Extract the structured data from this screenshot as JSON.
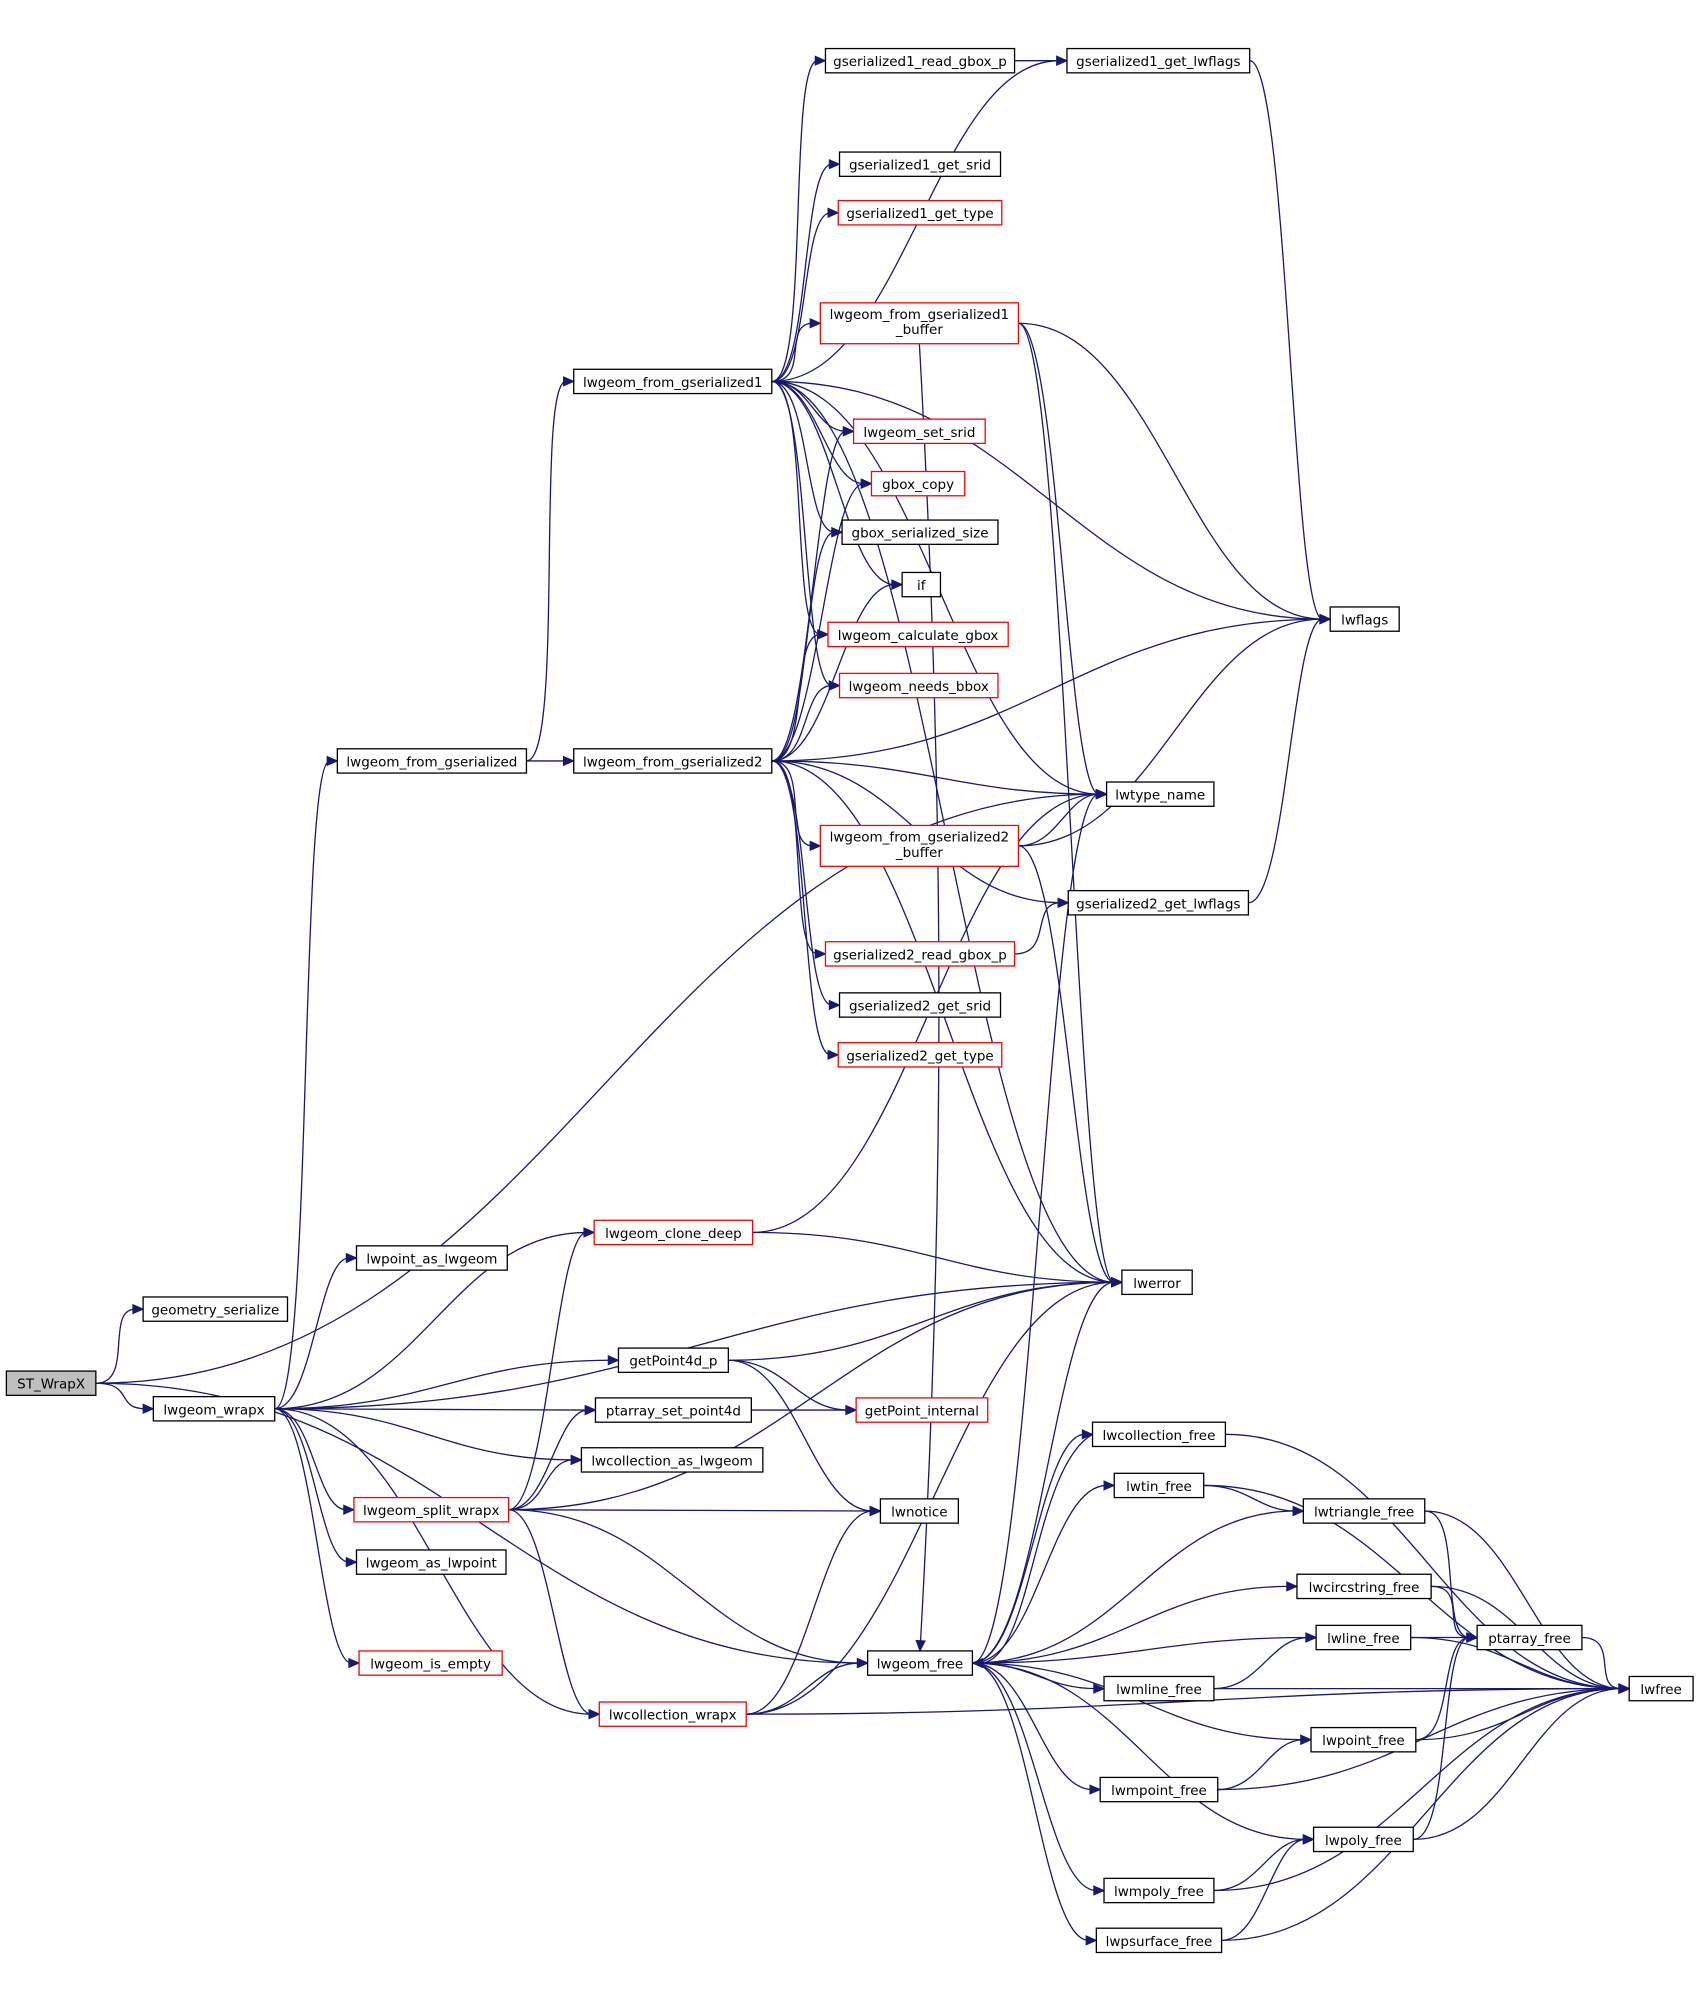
{
  "diagram": {
    "kind": "call graph",
    "colors": {
      "edge": "#191970",
      "node_border": "#000000",
      "truncated_node_border": "#ff0000",
      "root_fill": "#bfbfbf"
    },
    "nodes": [
      {
        "id": "st_wrapx",
        "label": "ST_WrapX",
        "style": "root"
      },
      {
        "id": "geometry_serialize",
        "label": "geometry_serialize",
        "style": "normal"
      },
      {
        "id": "lwgeom_wrapx",
        "label": "lwgeom_wrapx",
        "style": "normal"
      },
      {
        "id": "lwgeom_from_gserialized",
        "label": "lwgeom_from_gserialized",
        "style": "normal"
      },
      {
        "id": "lwpoint_as_lwgeom",
        "label": "lwpoint_as_lwgeom",
        "style": "normal"
      },
      {
        "id": "lwgeom_split_wrapx",
        "label": "lwgeom_split_wrapx",
        "style": "truncated"
      },
      {
        "id": "lwgeom_as_lwpoint",
        "label": "lwgeom_as_lwpoint",
        "style": "normal"
      },
      {
        "id": "lwgeom_is_empty",
        "label": "lwgeom_is_empty",
        "style": "truncated"
      },
      {
        "id": "lwgeom_from_gserialized1",
        "label": "lwgeom_from_gserialized1",
        "style": "normal"
      },
      {
        "id": "lwgeom_from_gserialized2",
        "label": "lwgeom_from_gserialized2",
        "style": "normal"
      },
      {
        "id": "lwgeom_clone_deep",
        "label": "lwgeom_clone_deep",
        "style": "truncated"
      },
      {
        "id": "getpoint4d_p",
        "label": "getPoint4d_p",
        "style": "normal"
      },
      {
        "id": "ptarray_set_point4d",
        "label": "ptarray_set_point4d",
        "style": "normal"
      },
      {
        "id": "lwcollection_as_lwgeom",
        "label": "lwcollection_as_lwgeom",
        "style": "normal"
      },
      {
        "id": "lwcollection_wrapx",
        "label": "lwcollection_wrapx",
        "style": "truncated"
      },
      {
        "id": "gserialized1_read_gbox_p",
        "label": "gserialized1_read_gbox_p",
        "style": "normal"
      },
      {
        "id": "gserialized1_get_srid",
        "label": "gserialized1_get_srid",
        "style": "normal"
      },
      {
        "id": "gserialized1_get_type",
        "label": "gserialized1_get_type",
        "style": "truncated"
      },
      {
        "id": "lwgeom_from_gserialized1_buffer",
        "label": "lwgeom_from_gserialized1\n_buffer",
        "style": "truncated"
      },
      {
        "id": "lwgeom_set_srid",
        "label": "lwgeom_set_srid",
        "style": "truncated"
      },
      {
        "id": "gbox_copy",
        "label": "gbox_copy",
        "style": "truncated"
      },
      {
        "id": "gbox_serialized_size",
        "label": "gbox_serialized_size",
        "style": "normal"
      },
      {
        "id": "if",
        "label": "if",
        "style": "normal"
      },
      {
        "id": "lwgeom_calculate_gbox",
        "label": "lwgeom_calculate_gbox",
        "style": "truncated"
      },
      {
        "id": "lwgeom_needs_bbox",
        "label": "lwgeom_needs_bbox",
        "style": "truncated"
      },
      {
        "id": "lwgeom_from_gserialized2_buffer",
        "label": "lwgeom_from_gserialized2\n_buffer",
        "style": "truncated"
      },
      {
        "id": "gserialized2_read_gbox_p",
        "label": "gserialized2_read_gbox_p",
        "style": "truncated"
      },
      {
        "id": "gserialized2_get_srid",
        "label": "gserialized2_get_srid",
        "style": "normal"
      },
      {
        "id": "gserialized2_get_type",
        "label": "gserialized2_get_type",
        "style": "truncated"
      },
      {
        "id": "getpoint_internal",
        "label": "getPoint_internal",
        "style": "truncated"
      },
      {
        "id": "lwnotice",
        "label": "lwnotice",
        "style": "normal"
      },
      {
        "id": "lwgeom_free",
        "label": "lwgeom_free",
        "style": "normal"
      },
      {
        "id": "gserialized1_get_lwflags",
        "label": "gserialized1_get_lwflags",
        "style": "normal"
      },
      {
        "id": "lwtype_name",
        "label": "lwtype_name",
        "style": "normal"
      },
      {
        "id": "gserialized2_get_lwflags",
        "label": "gserialized2_get_lwflags",
        "style": "normal"
      },
      {
        "id": "lwerror",
        "label": "lwerror",
        "style": "normal"
      },
      {
        "id": "lwcollection_free",
        "label": "lwcollection_free",
        "style": "normal"
      },
      {
        "id": "lwtin_free",
        "label": "lwtin_free",
        "style": "normal"
      },
      {
        "id": "lwmline_free",
        "label": "lwmline_free",
        "style": "normal"
      },
      {
        "id": "lwmpoint_free",
        "label": "lwmpoint_free",
        "style": "normal"
      },
      {
        "id": "lwmpoly_free",
        "label": "lwmpoly_free",
        "style": "normal"
      },
      {
        "id": "lwpsurface_free",
        "label": "lwpsurface_free",
        "style": "normal"
      },
      {
        "id": "lwflags",
        "label": "lwflags",
        "style": "normal"
      },
      {
        "id": "lwtriangle_free",
        "label": "lwtriangle_free",
        "style": "normal"
      },
      {
        "id": "lwcircstring_free",
        "label": "lwcircstring_free",
        "style": "normal"
      },
      {
        "id": "lwline_free",
        "label": "lwline_free",
        "style": "normal"
      },
      {
        "id": "lwpoint_free",
        "label": "lwpoint_free",
        "style": "normal"
      },
      {
        "id": "lwpoly_free",
        "label": "lwpoly_free",
        "style": "normal"
      },
      {
        "id": "ptarray_free",
        "label": "ptarray_free",
        "style": "normal"
      },
      {
        "id": "lwfree",
        "label": "lwfree",
        "style": "normal"
      }
    ],
    "edges": [
      [
        "st_wrapx",
        "geometry_serialize"
      ],
      [
        "st_wrapx",
        "lwgeom_wrapx"
      ],
      [
        "st_wrapx",
        "lwtype_name"
      ],
      [
        "st_wrapx",
        "lwgeom_free"
      ],
      [
        "lwgeom_wrapx",
        "lwgeom_from_gserialized"
      ],
      [
        "lwgeom_wrapx",
        "lwpoint_as_lwgeom"
      ],
      [
        "lwgeom_wrapx",
        "lwgeom_split_wrapx"
      ],
      [
        "lwgeom_wrapx",
        "lwgeom_as_lwpoint"
      ],
      [
        "lwgeom_wrapx",
        "lwgeom_is_empty"
      ],
      [
        "lwgeom_wrapx",
        "lwgeom_clone_deep"
      ],
      [
        "lwgeom_wrapx",
        "getpoint4d_p"
      ],
      [
        "lwgeom_wrapx",
        "ptarray_set_point4d"
      ],
      [
        "lwgeom_wrapx",
        "lwcollection_as_lwgeom"
      ],
      [
        "lwgeom_wrapx",
        "lwcollection_wrapx"
      ],
      [
        "lwgeom_wrapx",
        "lwerror"
      ],
      [
        "lwgeom_from_gserialized",
        "lwgeom_from_gserialized1"
      ],
      [
        "lwgeom_from_gserialized",
        "lwgeom_from_gserialized2"
      ],
      [
        "lwgeom_from_gserialized1",
        "gserialized1_read_gbox_p"
      ],
      [
        "lwgeom_from_gserialized1",
        "gserialized1_get_lwflags"
      ],
      [
        "lwgeom_from_gserialized1",
        "lwflags"
      ],
      [
        "lwgeom_from_gserialized1",
        "gserialized1_get_srid"
      ],
      [
        "lwgeom_from_gserialized1",
        "gserialized1_get_type"
      ],
      [
        "lwgeom_from_gserialized1",
        "lwtype_name"
      ],
      [
        "lwgeom_from_gserialized1",
        "lwgeom_from_gserialized1_buffer"
      ],
      [
        "lwgeom_from_gserialized1",
        "lwerror"
      ],
      [
        "lwgeom_from_gserialized1",
        "lwgeom_set_srid"
      ],
      [
        "lwgeom_from_gserialized1",
        "gbox_copy"
      ],
      [
        "lwgeom_from_gserialized1",
        "gbox_serialized_size"
      ],
      [
        "lwgeom_from_gserialized1",
        "if"
      ],
      [
        "lwgeom_from_gserialized1",
        "lwgeom_calculate_gbox"
      ],
      [
        "lwgeom_from_gserialized1",
        "lwgeom_needs_bbox"
      ],
      [
        "gserialized1_read_gbox_p",
        "gserialized1_get_lwflags"
      ],
      [
        "gserialized1_get_lwflags",
        "lwflags"
      ],
      [
        "lwgeom_from_gserialized1_buffer",
        "lwflags"
      ],
      [
        "lwgeom_from_gserialized1_buffer",
        "lwtype_name"
      ],
      [
        "lwgeom_from_gserialized1_buffer",
        "lwerror"
      ],
      [
        "lwgeom_from_gserialized1_buffer",
        "lwgeom_free"
      ],
      [
        "lwgeom_from_gserialized2",
        "lwgeom_set_srid"
      ],
      [
        "lwgeom_from_gserialized2",
        "gbox_copy"
      ],
      [
        "lwgeom_from_gserialized2",
        "gbox_serialized_size"
      ],
      [
        "lwgeom_from_gserialized2",
        "if"
      ],
      [
        "lwgeom_from_gserialized2",
        "lwgeom_calculate_gbox"
      ],
      [
        "lwgeom_from_gserialized2",
        "lwgeom_needs_bbox"
      ],
      [
        "lwgeom_from_gserialized2",
        "lwflags"
      ],
      [
        "lwgeom_from_gserialized2",
        "lwtype_name"
      ],
      [
        "lwgeom_from_gserialized2",
        "lwgeom_from_gserialized2_buffer"
      ],
      [
        "lwgeom_from_gserialized2",
        "gserialized2_get_lwflags"
      ],
      [
        "lwgeom_from_gserialized2",
        "gserialized2_read_gbox_p"
      ],
      [
        "lwgeom_from_gserialized2",
        "gserialized2_get_srid"
      ],
      [
        "lwgeom_from_gserialized2",
        "gserialized2_get_type"
      ],
      [
        "lwgeom_from_gserialized2",
        "lwerror"
      ],
      [
        "lwgeom_from_gserialized2_buffer",
        "lwtype_name"
      ],
      [
        "lwgeom_from_gserialized2_buffer",
        "lwflags"
      ],
      [
        "lwgeom_from_gserialized2_buffer",
        "lwerror"
      ],
      [
        "gserialized2_read_gbox_p",
        "gserialized2_get_lwflags"
      ],
      [
        "gserialized2_get_lwflags",
        "lwflags"
      ],
      [
        "lwgeom_clone_deep",
        "lwtype_name"
      ],
      [
        "lwgeom_clone_deep",
        "lwerror"
      ],
      [
        "getpoint4d_p",
        "lwerror"
      ],
      [
        "getpoint4d_p",
        "getpoint_internal"
      ],
      [
        "getpoint4d_p",
        "lwnotice"
      ],
      [
        "ptarray_set_point4d",
        "getpoint_internal"
      ],
      [
        "lwgeom_split_wrapx",
        "lwgeom_clone_deep"
      ],
      [
        "lwgeom_split_wrapx",
        "ptarray_set_point4d"
      ],
      [
        "lwgeom_split_wrapx",
        "lwcollection_as_lwgeom"
      ],
      [
        "lwgeom_split_wrapx",
        "lwnotice"
      ],
      [
        "lwgeom_split_wrapx",
        "lwerror"
      ],
      [
        "lwgeom_split_wrapx",
        "lwgeom_free"
      ],
      [
        "lwgeom_split_wrapx",
        "lwcollection_wrapx"
      ],
      [
        "lwcollection_wrapx",
        "lwgeom_free"
      ],
      [
        "lwcollection_wrapx",
        "lwnotice"
      ],
      [
        "lwcollection_wrapx",
        "lwerror"
      ],
      [
        "lwcollection_wrapx",
        "lwfree"
      ],
      [
        "lwgeom_free",
        "lwcollection_free"
      ],
      [
        "lwgeom_free",
        "lwtin_free"
      ],
      [
        "lwgeom_free",
        "lwtriangle_free"
      ],
      [
        "lwgeom_free",
        "lwcircstring_free"
      ],
      [
        "lwgeom_free",
        "lwline_free"
      ],
      [
        "lwgeom_free",
        "lwmline_free"
      ],
      [
        "lwgeom_free",
        "lwpoint_free"
      ],
      [
        "lwgeom_free",
        "lwmpoint_free"
      ],
      [
        "lwgeom_free",
        "lwpoly_free"
      ],
      [
        "lwgeom_free",
        "lwmpoly_free"
      ],
      [
        "lwgeom_free",
        "lwpsurface_free"
      ],
      [
        "lwgeom_free",
        "lwerror"
      ],
      [
        "lwgeom_free",
        "lwtype_name"
      ],
      [
        "lwcollection_free",
        "lwgeom_free"
      ],
      [
        "lwcollection_free",
        "lwfree"
      ],
      [
        "lwtin_free",
        "lwtriangle_free"
      ],
      [
        "lwtin_free",
        "lwfree"
      ],
      [
        "lwtriangle_free",
        "ptarray_free"
      ],
      [
        "lwtriangle_free",
        "lwfree"
      ],
      [
        "lwcircstring_free",
        "ptarray_free"
      ],
      [
        "lwcircstring_free",
        "lwfree"
      ],
      [
        "lwline_free",
        "ptarray_free"
      ],
      [
        "lwline_free",
        "lwfree"
      ],
      [
        "lwmline_free",
        "lwline_free"
      ],
      [
        "lwmline_free",
        "lwfree"
      ],
      [
        "lwpoint_free",
        "ptarray_free"
      ],
      [
        "lwpoint_free",
        "lwfree"
      ],
      [
        "lwmpoint_free",
        "lwpoint_free"
      ],
      [
        "lwmpoint_free",
        "lwfree"
      ],
      [
        "lwpoly_free",
        "ptarray_free"
      ],
      [
        "lwpoly_free",
        "lwfree"
      ],
      [
        "lwmpoly_free",
        "lwpoly_free"
      ],
      [
        "lwmpoly_free",
        "lwfree"
      ],
      [
        "lwpsurface_free",
        "lwpoly_free"
      ],
      [
        "lwpsurface_free",
        "lwfree"
      ],
      [
        "ptarray_free",
        "lwfree"
      ]
    ]
  }
}
